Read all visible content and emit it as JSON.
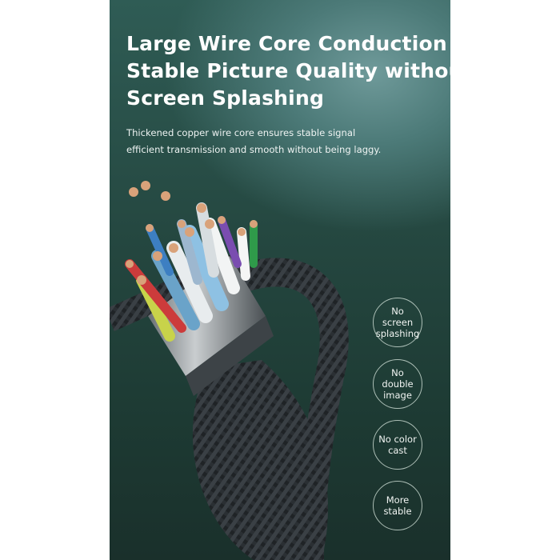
{
  "headline": {
    "line1": "Large Wire Core Conduction",
    "line2": "Stable Picture Quality without",
    "line3": "Screen Splashing"
  },
  "subtitle": {
    "line1": "Thickened copper wire core ensures stable signal",
    "line2": "efficient transmission and smooth without being laggy."
  },
  "features": [
    {
      "line1": "No screen",
      "line2": "splashing"
    },
    {
      "line1": "No double",
      "line2": "image"
    },
    {
      "line1": "No color",
      "line2": "cast"
    },
    {
      "line1": "More",
      "line2": "stable"
    }
  ],
  "colors": {
    "background": "#24463f",
    "text": "#ffffff"
  }
}
